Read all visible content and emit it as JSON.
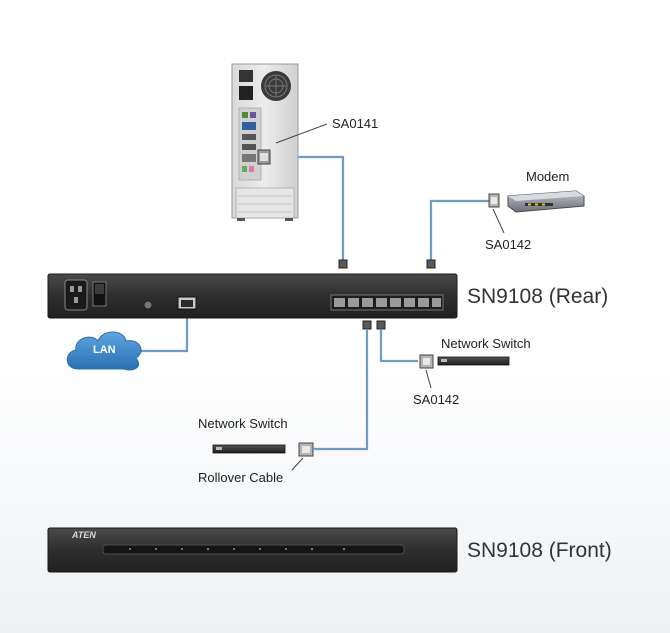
{
  "labels": {
    "sa0141": "SA0141",
    "modem": "Modem",
    "sa0142_modem": "SA0142",
    "network_switch_right": "Network Switch",
    "sa0142_switch": "SA0142",
    "network_switch_left": "Network Switch",
    "rollover_cable": "Rollover Cable",
    "lan": "LAN",
    "rear_title": "SN9108 (Rear)",
    "front_title": "SN9108 (Front)",
    "brand": "ATEN"
  },
  "colors": {
    "cable": "#6f9bc6",
    "device_dark": "#333333",
    "lan_cloud": "#3a86c8"
  }
}
